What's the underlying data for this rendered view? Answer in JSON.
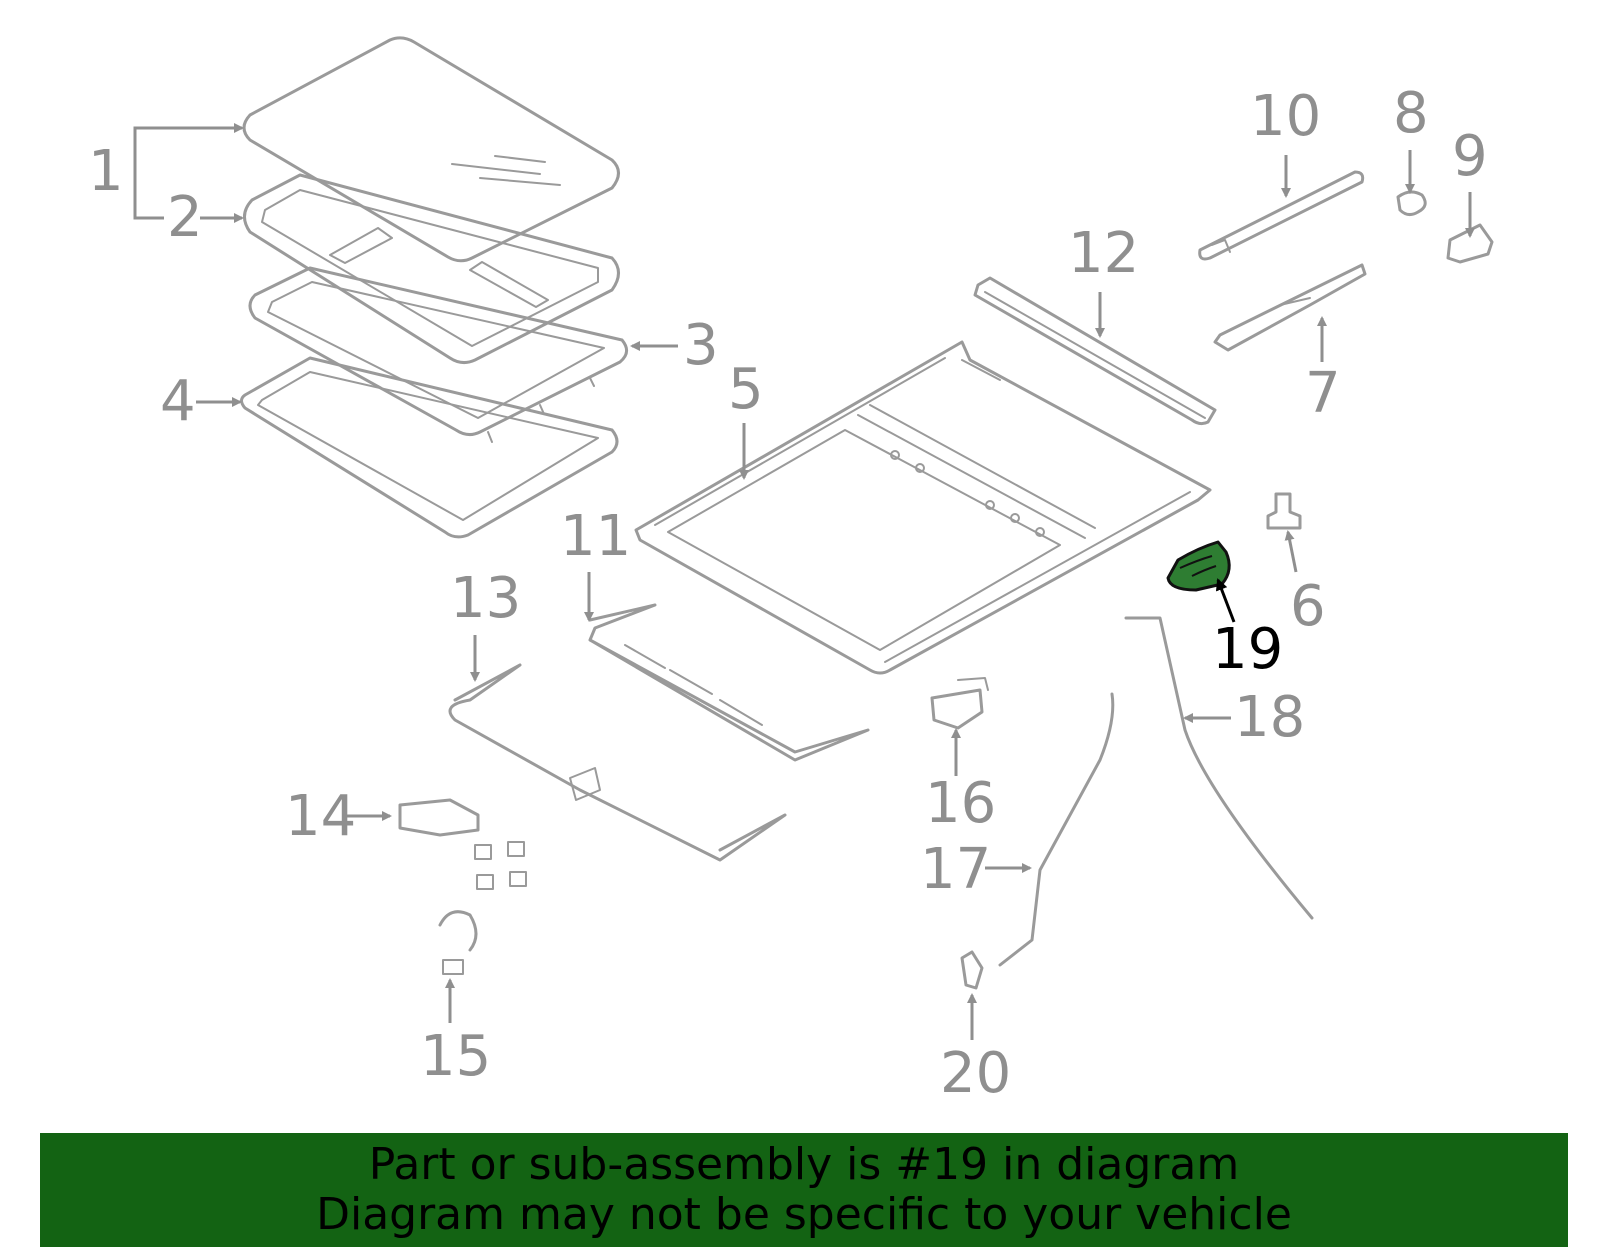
{
  "callouts": {
    "c1": "1",
    "c2": "2",
    "c3": "3",
    "c4": "4",
    "c5": "5",
    "c6": "6",
    "c7": "7",
    "c8": "8",
    "c9": "9",
    "c10": "10",
    "c11": "11",
    "c12": "12",
    "c13": "13",
    "c14": "14",
    "c15": "15",
    "c16": "16",
    "c17": "17",
    "c18": "18",
    "c19": "19",
    "c20": "20"
  },
  "highlighted_part": "19",
  "colors": {
    "line_art": "#9a9a9a",
    "highlight_fill": "#2e7d32",
    "banner_background": "#136313",
    "banner_text": "#000000"
  },
  "banner": {
    "line1": "Part or sub-assembly is #19 in diagram",
    "line2": "Diagram may not be specific to your vehicle"
  }
}
